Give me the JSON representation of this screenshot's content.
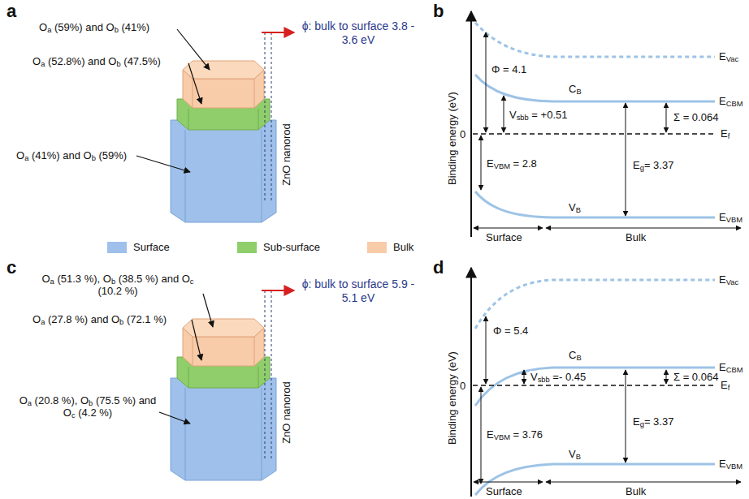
{
  "diagram": {
    "labels": [
      "a",
      "Oa (59%) and Ob (41%)",
      "Oa (52.8%) and Ob (47.5%)",
      "Oa (41%) and Ob (59%)",
      "ϕ: bulk to surface 3.8 - 3.6 eV",
      "ZnO nanorod",
      "b",
      "Binding energy (eV)",
      "0",
      "Φ = 4.1",
      "EVac",
      "CB",
      "ECBM",
      "Vsbb = +0.51",
      "Σ = 0.064",
      "Ef",
      "Eg= 3.37",
      "EVBM = 2.8",
      "VB",
      "EVBM",
      "Surface",
      "Bulk",
      "c",
      "Oa (51.3 %), Ob (38.5 %) and Oc (10.2 %)",
      "Oa (27.8 %) and Ob (72.1 %)",
      "Oa (20.8 %), Ob (75.5 %) and Oc (4.2 %)",
      "ϕ: bulk to surface 5.9 - 5.1 eV",
      "ZnO nanorod",
      "d",
      "Binding energy (eV)",
      "0",
      "Φ = 5.4",
      "EVac",
      "CB",
      "ECBM",
      "Vsbb =- 0.45",
      "Σ = 0.064",
      "Ef",
      "EVBM = 3.76",
      "Eg= 3.37",
      "VB",
      "EVBM",
      "Surface",
      "Bulk"
    ],
    "legend": [
      {
        "text": "Surface",
        "color": "#9ec0ea"
      },
      {
        "text": "Sub-surface",
        "color": "#8fce6a"
      },
      {
        "text": "Bulk",
        "color": "#f8cba9"
      }
    ]
  }
}
